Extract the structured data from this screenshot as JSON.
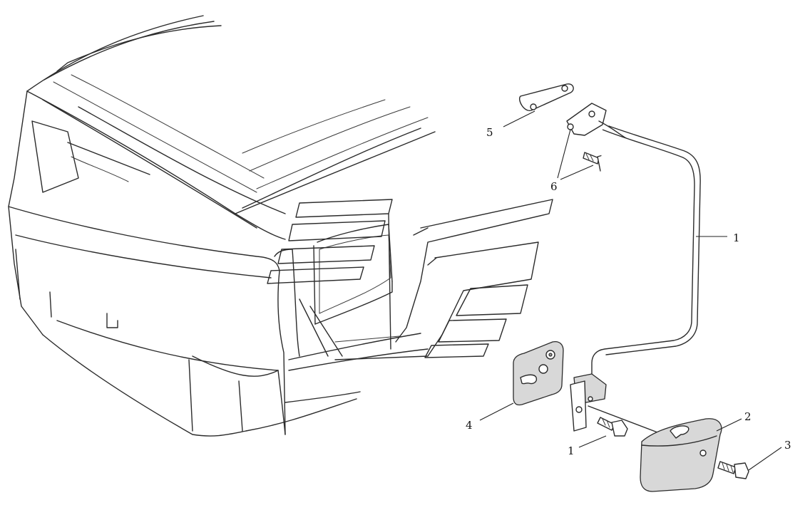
{
  "callouts": [
    {
      "id": "c5",
      "text": "5"
    },
    {
      "id": "c6",
      "text": "6"
    },
    {
      "id": "c1a",
      "text": "1"
    },
    {
      "id": "c4",
      "text": "4"
    },
    {
      "id": "c1b",
      "text": "1"
    },
    {
      "id": "c2",
      "text": "2"
    },
    {
      "id": "c3",
      "text": "3"
    }
  ]
}
